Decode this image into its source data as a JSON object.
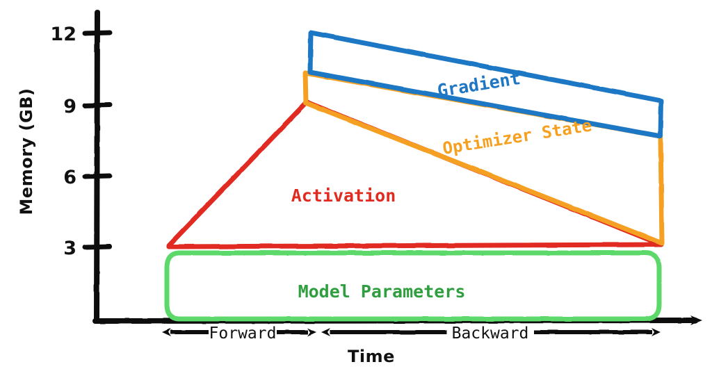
{
  "figure": {
    "background": "#ffffff",
    "style": "hand-drawn whiteboard sketch"
  },
  "axes": {
    "y_title": "Memory (GB)",
    "x_title": "Time",
    "y_ticks": [
      "3",
      "6",
      "9",
      "12"
    ],
    "x_phases": [
      {
        "label": "Forward",
        "name": "forward"
      },
      {
        "label": "Backward",
        "name": "backward"
      }
    ],
    "axis_color": "#111111"
  },
  "series_labels": {
    "gradient": "Gradient",
    "optimizer_state": "Optimizer State",
    "activation": "Activation",
    "model_parameters": "Model Parameters"
  },
  "colors": {
    "gradient": "#1f77c4",
    "optimizer_state": "#f5a020",
    "activation": "#e02b20",
    "model_parameters_outline": "#5cd96b",
    "model_parameters_text": "#2e9e3e",
    "axis": "#111111"
  },
  "chart_data": {
    "type": "area",
    "title": "",
    "xlabel": "Time",
    "ylabel": "Memory (GB)",
    "ylim": [
      0,
      13
    ],
    "xlim": [
      0,
      1
    ],
    "grid": false,
    "legend": "inline-annotations",
    "y_tick_values": [
      3,
      6,
      9,
      12
    ],
    "x_phase_boundaries": {
      "start": 0.0,
      "forward_end": 0.5,
      "backward_end": 1.0
    },
    "stack_order": [
      "Model Parameters",
      "Activation",
      "Optimizer State",
      "Gradient"
    ],
    "series": [
      {
        "name": "Model Parameters",
        "color": "#5cd96b",
        "note": "constant band from 0 GB to 3 GB across forward and backward",
        "x": [
          0.0,
          0.5,
          1.0
        ],
        "values": [
          3,
          3,
          3
        ]
      },
      {
        "name": "Activation",
        "color": "#e02b20",
        "note": "grows linearly during forward pass, shrinks linearly during backward pass; cumulative top goes 3 -> 9.2 -> 3",
        "x": [
          0.0,
          0.5,
          1.0
        ],
        "cumulative_top": [
          3.0,
          9.2,
          3.1
        ],
        "values": [
          0.0,
          6.2,
          0.1
        ]
      },
      {
        "name": "Optimizer State",
        "color": "#f5a020",
        "note": "constant thickness band sitting on the activation curve; cumulative top goes 10.45 -> 7.6",
        "x": [
          0.5,
          1.0
        ],
        "cumulative_top": [
          10.45,
          7.6
        ],
        "values": [
          1.25,
          4.5
        ]
      },
      {
        "name": "Gradient",
        "color": "#1f77c4",
        "note": "band above optimizer state during backward pass; cumulative top goes 12.0 -> 9.2",
        "x": [
          0.5,
          1.0
        ],
        "cumulative_top": [
          12.0,
          9.2
        ],
        "values": [
          1.55,
          1.6
        ]
      }
    ],
    "annotations": [
      {
        "text": "Gradient",
        "color": "#1f77c4",
        "x": 0.62,
        "y": 11.0,
        "rotation_deg": -9
      },
      {
        "text": "Optimizer State",
        "color": "#f5a020",
        "x": 0.68,
        "y": 8.5,
        "rotation_deg": -9
      },
      {
        "text": "Activation",
        "color": "#e02b20",
        "x": 0.44,
        "y": 5.6,
        "rotation_deg": 0
      },
      {
        "text": "Model Parameters",
        "color": "#2e9e3e",
        "x": 0.5,
        "y": 1.4,
        "rotation_deg": 0
      }
    ]
  }
}
